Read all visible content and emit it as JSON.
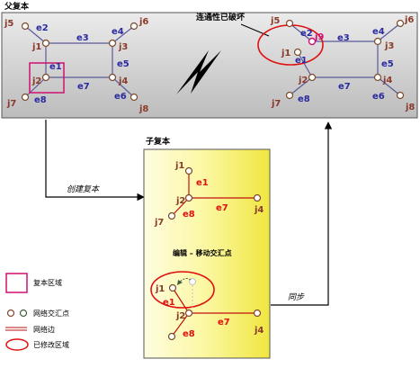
{
  "parent": {
    "title": "父复本"
  },
  "child": {
    "title": "子复本",
    "edit_caption": "编辑 – 移动交汇点"
  },
  "status": {
    "broken_connectivity": "连通性已破坏"
  },
  "arrows": {
    "create_replica": "创建复本",
    "synchronize": "同步"
  },
  "legend": {
    "replica_area": "复本区域",
    "junctions": "网络交汇点",
    "edge": "网络边",
    "modified_area": "已修改区域"
  },
  "left_network": {
    "junctions": [
      "j5",
      "j6",
      "j1",
      "j3",
      "j2",
      "j4",
      "j7",
      "j8"
    ],
    "edges": [
      "e2",
      "e3",
      "e4",
      "e1",
      "e5",
      "e7",
      "e8",
      "e6"
    ]
  },
  "right_network": {
    "junctions": [
      "j5",
      "j6",
      "j1",
      "j9",
      "j3",
      "j2",
      "j4",
      "j7",
      "j8"
    ],
    "edges": [
      "e2",
      "e3",
      "e4",
      "e1",
      "e5",
      "e7",
      "e8",
      "e6"
    ]
  },
  "child_top": {
    "junctions": [
      "j1",
      "j2",
      "j4",
      "j7"
    ],
    "edges": [
      "e1",
      "e7",
      "e8"
    ]
  },
  "child_bottom": {
    "junctions": [
      "j1",
      "j2",
      "j4"
    ],
    "edges": [
      "e1",
      "e7",
      "e8"
    ]
  },
  "colors": {
    "junction_edge": "#7a4a2a",
    "line": "#5a5a9a",
    "label_brown": "#8a3a2a",
    "label_blue": "#2a2aa0",
    "label_red": "#e01010",
    "highlight": "#d01070",
    "modified": "#e01010",
    "panel_gray": "#c8c8c8",
    "panel_yellow": "#f6f070"
  }
}
